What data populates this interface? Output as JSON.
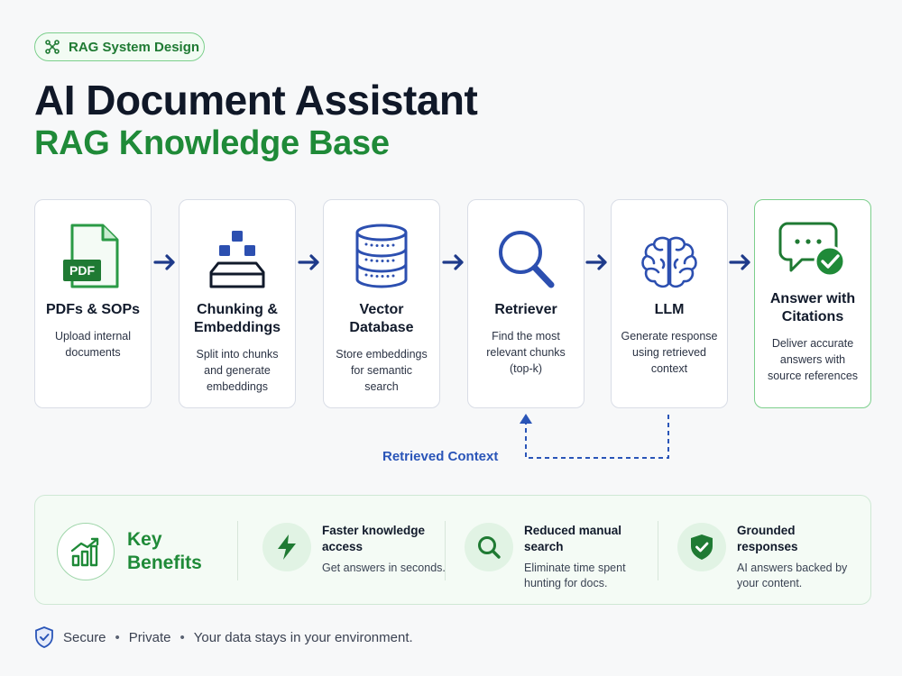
{
  "badge": {
    "label": "RAG System Design",
    "icon": "network-icon"
  },
  "header": {
    "title": "AI Document Assistant",
    "subtitle": "RAG Knowledge Base"
  },
  "steps": [
    {
      "title": "PDFs & SOPs",
      "desc": "Upload internal documents",
      "icon": "pdf-document-icon",
      "icon_text": "PDF"
    },
    {
      "title": "Chunking & Embeddings",
      "desc": "Split into chunks and generate embeddings",
      "icon": "chunks-tray-icon"
    },
    {
      "title": "Vector Database",
      "desc": "Store embeddings for semantic search",
      "icon": "database-icon"
    },
    {
      "title": "Retriever",
      "desc": "Find the most relevant chunks (top-k)",
      "icon": "magnifier-icon"
    },
    {
      "title": "LLM",
      "desc": "Generate response using retrieved context",
      "icon": "brain-icon"
    },
    {
      "title": "Answer with Citations",
      "desc": "Deliver accurate answers with source references",
      "icon": "chat-check-icon"
    }
  ],
  "loop": {
    "label": "Retrieved Context"
  },
  "benefits": {
    "heading": "Key Benefits",
    "icon": "growth-chart-icon",
    "items": [
      {
        "title": "Faster knowledge access",
        "desc": "Get answers in seconds.",
        "icon": "lightning-icon"
      },
      {
        "title": "Reduced manual search",
        "desc": "Eliminate time spent hunting for docs.",
        "icon": "search-icon"
      },
      {
        "title": "Grounded responses",
        "desc": "AI answers backed by your content.",
        "icon": "shield-check-icon"
      }
    ]
  },
  "footer": {
    "items": [
      "Secure",
      "Private",
      "Your data stays in your environment."
    ],
    "separator": "•",
    "icon": "shield-icon"
  },
  "colors": {
    "brand_green": "#1f8a38",
    "arrow_blue": "#1e3a8a",
    "icon_blue": "#2c4fb0",
    "title_dark": "#101828"
  }
}
